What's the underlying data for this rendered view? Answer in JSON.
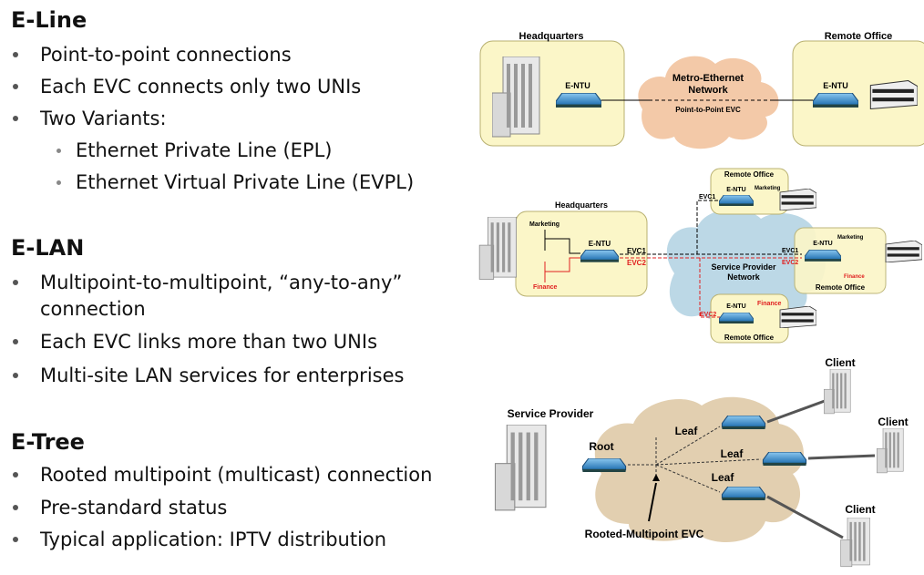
{
  "sections": [
    {
      "title": "E-Line",
      "bullets": [
        "Point-to-point connections",
        "Each EVC connects only two UNIs",
        "Two Variants:"
      ],
      "sub_bullets": [
        "Ethernet Private Line (EPL)",
        "Ethernet Virtual Private Line (EVPL)"
      ]
    },
    {
      "title": "E-LAN",
      "bullets": [
        "Multipoint-to-multipoint, “any-to-any”",
        "connection",
        "Each EVC links more than two UNIs",
        "Multi-site LAN services for enterprises"
      ]
    },
    {
      "title": "E-Tree",
      "bullets": [
        "Rooted multipoint (multicast) connection",
        "Pre-standard status",
        "Typical application: IPTV distribution"
      ]
    }
  ],
  "eline_diagram": {
    "hq": "Headquarters",
    "remote": "Remote Office",
    "entu": "E-NTU",
    "cloud1": "Metro-Ethernet",
    "cloud2": "Network",
    "evc": "Point-to-Point EVC"
  },
  "elan_diagram": {
    "hq": "Headquarters",
    "remote": "Remote Office",
    "entu": "E-NTU",
    "marketing": "Marketing",
    "finance": "Finance",
    "evc1": "EVC1",
    "evc2": "EVC2",
    "cloud1": "Service Provider",
    "cloud2": "Network"
  },
  "etree_diagram": {
    "provider": "Service Provider",
    "root": "Root",
    "leaf": "Leaf",
    "client": "Client",
    "evc": "Rooted-Multipoint EVC"
  },
  "colors": {
    "box_fill": "#fbf6c8",
    "box_stroke": "#b8b070",
    "cloud_orange": "#f3c9a8",
    "cloud_blue": "#bcd8e6",
    "cloud_tan": "#e2cfb0",
    "red": "#e02020",
    "device": "#3a8fd0"
  }
}
